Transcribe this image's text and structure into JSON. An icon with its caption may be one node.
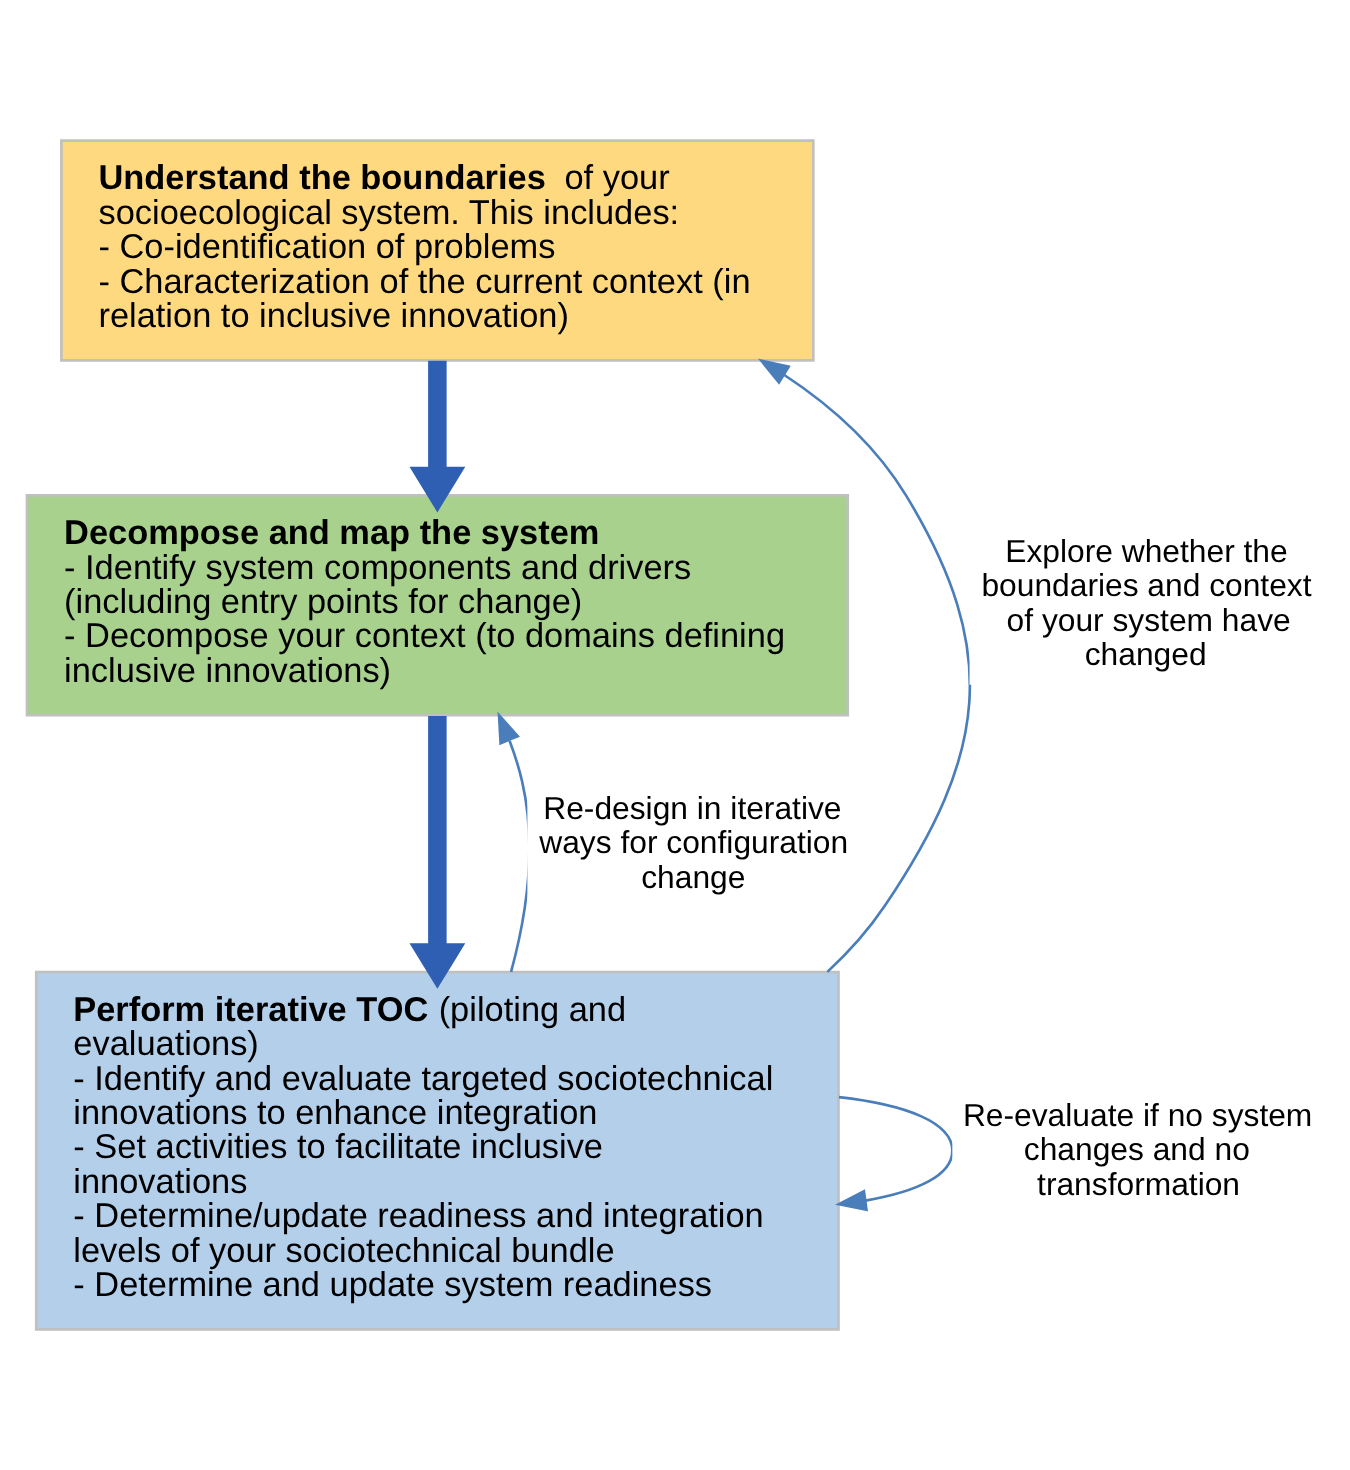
{
  "diagram": {
    "nodes": [
      {
        "text": [
          "**Understand the boundaries** of your socioecological system. This includes:",
          "- Co-identification of problems",
          "- Characterization of the current context (in relation to inclusive innovation)"
        ]
      },
      {
        "text": [
          "**Decompose and map the system**",
          "- Identify system components and drivers (including entry points for change)",
          "- Decompose your context (to domains defining inclusive innovations)"
        ]
      },
      {
        "text": [
          "**Perform iterative TOC** (piloting and evaluations)",
          "- Identify and evaluate targeted sociotechnical innovations to enhance integration",
          "- Set activities to facilitate inclusive innovations",
          "- Determine/update readiness and integration levels of your sociotechnical bundle",
          "- Determine and update system readiness"
        ]
      }
    ],
    "edges": [
      {
        "from": 0,
        "to": 1,
        "arrow": "to",
        "style": "thick",
        "color": "#2f5fb3"
      },
      {
        "from": 1,
        "to": 2,
        "arrow": "to",
        "style": "thick",
        "color": "#2f5fb3"
      },
      {
        "from": 2,
        "to": 0,
        "arrow": "to",
        "label": "Explore whether the boundaries and context of your system have changed"
      },
      {
        "from": 2,
        "to": 1,
        "arrow": "to",
        "label": "Re-design in iterative ways for configuration change"
      },
      {
        "from": 2,
        "to": 2,
        "arrow": "to",
        "label": "Re-evaluate if no system changes and no transformation"
      }
    ]
  }
}
